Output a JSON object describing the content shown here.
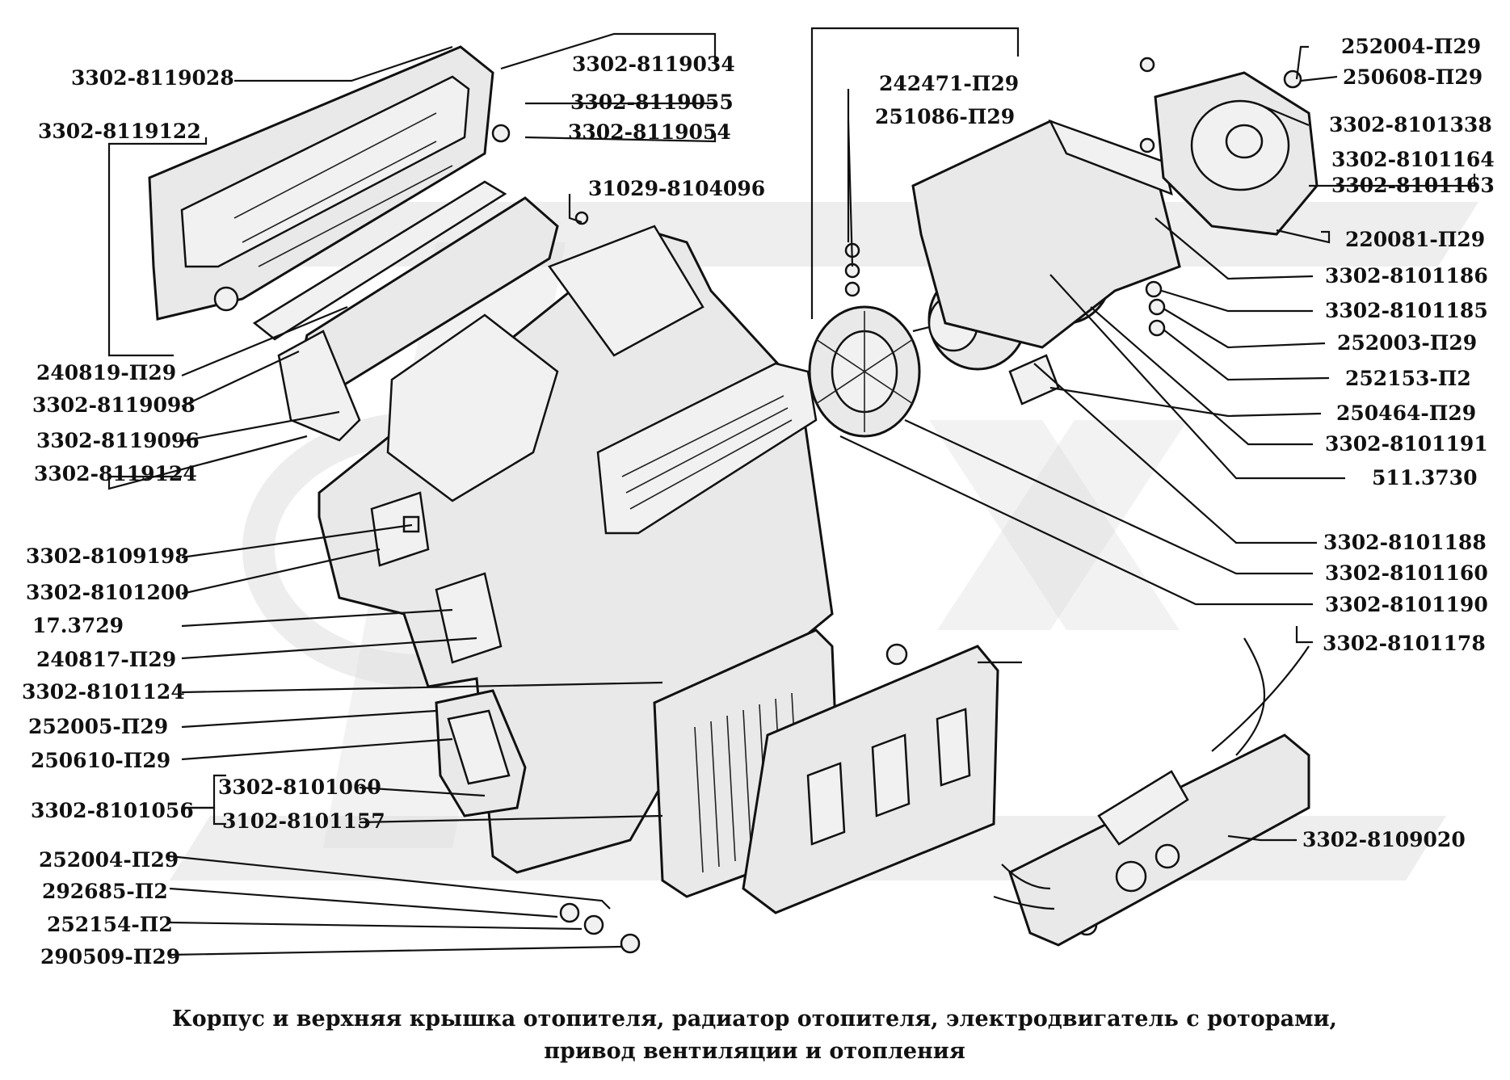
{
  "caption": {
    "line1": "Корпус и верхняя крышка отопителя, радиатор отопителя, электродвигатель с роторами,",
    "line2": "привод вентиляции и отопления"
  },
  "labels": [
    {
      "id": "l01",
      "text": "3302-8119028"
    },
    {
      "id": "l02",
      "text": "3302-8119122"
    },
    {
      "id": "l03",
      "text": "3302-8119034"
    },
    {
      "id": "l04",
      "text": "3302-8119055"
    },
    {
      "id": "l05",
      "text": "3302-8119054"
    },
    {
      "id": "l06",
      "text": "31029-8104096"
    },
    {
      "id": "l07",
      "text": "242471-П29"
    },
    {
      "id": "l08",
      "text": "251086-П29"
    },
    {
      "id": "l09",
      "text": "252004-П29"
    },
    {
      "id": "l10",
      "text": "250608-П29"
    },
    {
      "id": "l11",
      "text": "3302-8101338"
    },
    {
      "id": "l12",
      "text": "3302-8101164"
    },
    {
      "id": "l13",
      "text": "3302-8101163"
    },
    {
      "id": "l14",
      "text": "220081-П29"
    },
    {
      "id": "l15",
      "text": "3302-8101186"
    },
    {
      "id": "l16",
      "text": "3302-8101185"
    },
    {
      "id": "l17",
      "text": "252003-П29"
    },
    {
      "id": "l18",
      "text": "252153-П2"
    },
    {
      "id": "l19",
      "text": "250464-П29"
    },
    {
      "id": "l20",
      "text": "3302-8101191"
    },
    {
      "id": "l21",
      "text": "511.3730"
    },
    {
      "id": "l22",
      "text": "3302-8101188"
    },
    {
      "id": "l23",
      "text": "3302-8101160"
    },
    {
      "id": "l24",
      "text": "3302-8101190"
    },
    {
      "id": "l25",
      "text": "3302-8101178"
    },
    {
      "id": "l26",
      "text": "240819-П29"
    },
    {
      "id": "l27",
      "text": "3302-8119098"
    },
    {
      "id": "l28",
      "text": "3302-8119096"
    },
    {
      "id": "l29",
      "text": "3302-8119124"
    },
    {
      "id": "l30",
      "text": "3302-8109198"
    },
    {
      "id": "l31",
      "text": "3302-8101200"
    },
    {
      "id": "l32",
      "text": "17.3729"
    },
    {
      "id": "l33",
      "text": "240817-П29"
    },
    {
      "id": "l34",
      "text": "3302-8101124"
    },
    {
      "id": "l35",
      "text": "252005-П29"
    },
    {
      "id": "l36",
      "text": "250610-П29"
    },
    {
      "id": "l37",
      "text": "3302-8101060"
    },
    {
      "id": "l38",
      "text": "3302-8101056"
    },
    {
      "id": "l39",
      "text": "3102-8101157"
    },
    {
      "id": "l40",
      "text": "3302-8109020"
    },
    {
      "id": "l41",
      "text": "252004-П29"
    },
    {
      "id": "l42",
      "text": "292685-П2"
    },
    {
      "id": "l43",
      "text": "252154-П2"
    },
    {
      "id": "l44",
      "text": "290509-П29"
    }
  ],
  "colors": {
    "ink": "#111111",
    "background": "#ffffff",
    "watermark": "#d9d9d9"
  }
}
